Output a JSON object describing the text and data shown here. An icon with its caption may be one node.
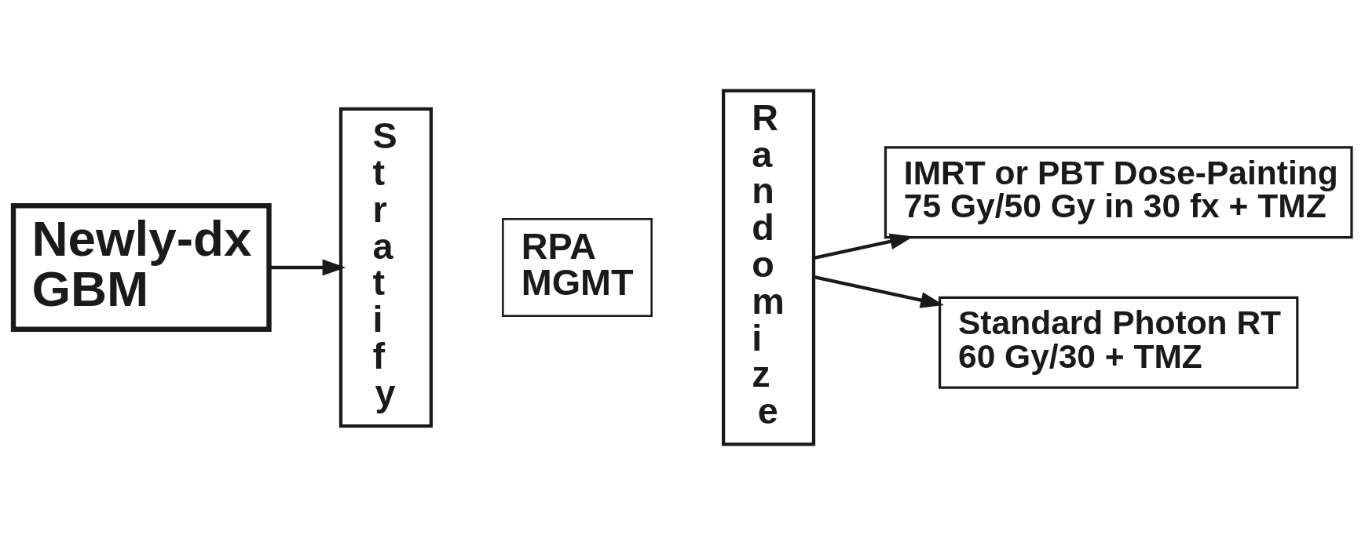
{
  "diagram": {
    "nodes": [
      {
        "text": [
          "Newly-dx GBM"
        ]
      },
      {
        "text": [
          "Stratify"
        ]
      },
      {
        "text": [
          "RPA",
          "MGMT"
        ]
      },
      {
        "text": [
          "Randomize"
        ]
      },
      {
        "text": [
          "IMRT or PBT Dose-Painting 75 Gy/50 Gy in 30 fx + TMZ"
        ]
      },
      {
        "text": [
          "Standard Photon RT 60 Gy/30 + TMZ"
        ]
      }
    ],
    "edges": [
      {
        "from": 0,
        "to": 1,
        "arrow": "to"
      },
      {
        "from": 3,
        "to": 4,
        "arrow": "to"
      },
      {
        "from": 3,
        "to": 5,
        "arrow": "to"
      }
    ]
  }
}
